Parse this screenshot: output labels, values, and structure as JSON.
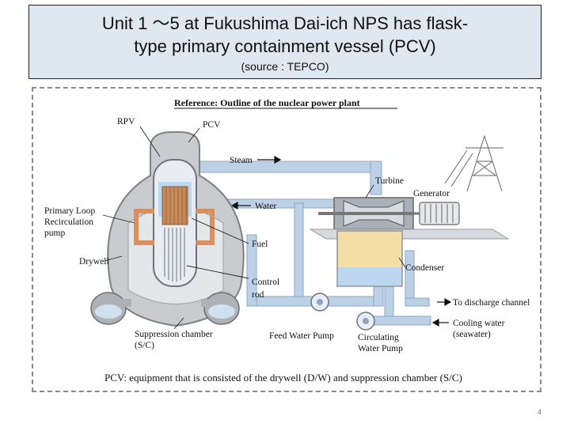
{
  "header": {
    "title_line1": "Unit 1 ～5 at Fukushima Dai-ich NPS has flask-",
    "title_line2": "type primary containment vessel (PCV)",
    "source": "(source : TEPCO)"
  },
  "diagram": {
    "heading": "Reference: Outline of the nuclear power plant",
    "labels": {
      "rpv": "RPV",
      "pcv": "PCV",
      "steam": "Steam",
      "water": "Water",
      "turbine": "Turbine",
      "generator": "Generator",
      "primary_loop_1": "Primary Loop",
      "primary_loop_2": "Recirculation",
      "primary_loop_3": "pump",
      "drywell": "Drywell",
      "fuel": "Fuel",
      "control_rod_1": "Control",
      "control_rod_2": "rod",
      "condenser": "Condenser",
      "discharge": "To discharge channel",
      "cooling_1": "Cooling water",
      "cooling_2": "(seawater)",
      "suppression_1": "Suppression   chamber",
      "suppression_2": "(S/C)",
      "feed_water_pump": "Feed Water Pump",
      "circulating_1": "Circulating",
      "circulating_2": "Water Pump"
    },
    "caption": "PCV: equipment that is consisted of the drywell (D/W) and suppression chamber (S/C)"
  },
  "page_number": "4",
  "colors": {
    "title_bg": "#dfe7f1",
    "pipe": "#bcd0e6",
    "pcv_gray": "#c9cbce",
    "fuel": "#c98a5a",
    "pump_orange": "#e39b68",
    "condenser_yellow": "#f3dfa5"
  }
}
